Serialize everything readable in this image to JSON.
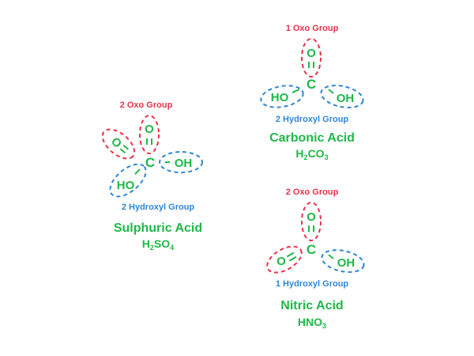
{
  "colors": {
    "oxo": "#e8334a",
    "hydroxyl": "#2f86d4",
    "molecule": "#1fb84a",
    "background": "#ffffff"
  },
  "molecules": [
    {
      "id": "sulphuric",
      "oxo_label": "2 Oxo Group",
      "hydroxyl_label": "2 Hydroxyl Group",
      "name": "Sulphuric Acid",
      "formula": {
        "parts": [
          "H",
          "2",
          "SO",
          "4"
        ],
        "text": "H2SO4"
      },
      "center_atom": "C",
      "groups": [
        {
          "type": "oxo",
          "text": "O",
          "bond": "="
        },
        {
          "type": "oxo",
          "text": "O",
          "bond": "="
        },
        {
          "type": "hydroxyl",
          "text": "OH",
          "bond": "-"
        },
        {
          "type": "hydroxyl",
          "text": "HO",
          "bond": "-"
        }
      ]
    },
    {
      "id": "carbonic",
      "oxo_label": "1 Oxo Group",
      "hydroxyl_label": "2 Hydroxyl Group",
      "name": "Carbonic Acid",
      "formula": {
        "parts": [
          "H",
          "2",
          "CO",
          "3"
        ],
        "text": "H2CO3"
      },
      "center_atom": "C",
      "groups": [
        {
          "type": "oxo",
          "text": "O",
          "bond": "="
        },
        {
          "type": "hydroxyl",
          "text": "HO",
          "bond": "-"
        },
        {
          "type": "hydroxyl",
          "text": "OH",
          "bond": "-"
        }
      ]
    },
    {
      "id": "nitric",
      "oxo_label": "2 Oxo Group",
      "hydroxyl_label": "1 Hydroxyl Group",
      "name": "Nitric Acid",
      "formula": {
        "parts": [
          "HNO",
          "3"
        ],
        "text": "HNO3"
      },
      "center_atom": "C",
      "groups": [
        {
          "type": "oxo",
          "text": "O",
          "bond": "="
        },
        {
          "type": "oxo",
          "text": "O",
          "bond": "="
        },
        {
          "type": "hydroxyl",
          "text": "OH",
          "bond": "-"
        }
      ]
    }
  ],
  "atoms": {
    "C": "C",
    "O": "O",
    "OH": "OH",
    "HO": "HO"
  }
}
